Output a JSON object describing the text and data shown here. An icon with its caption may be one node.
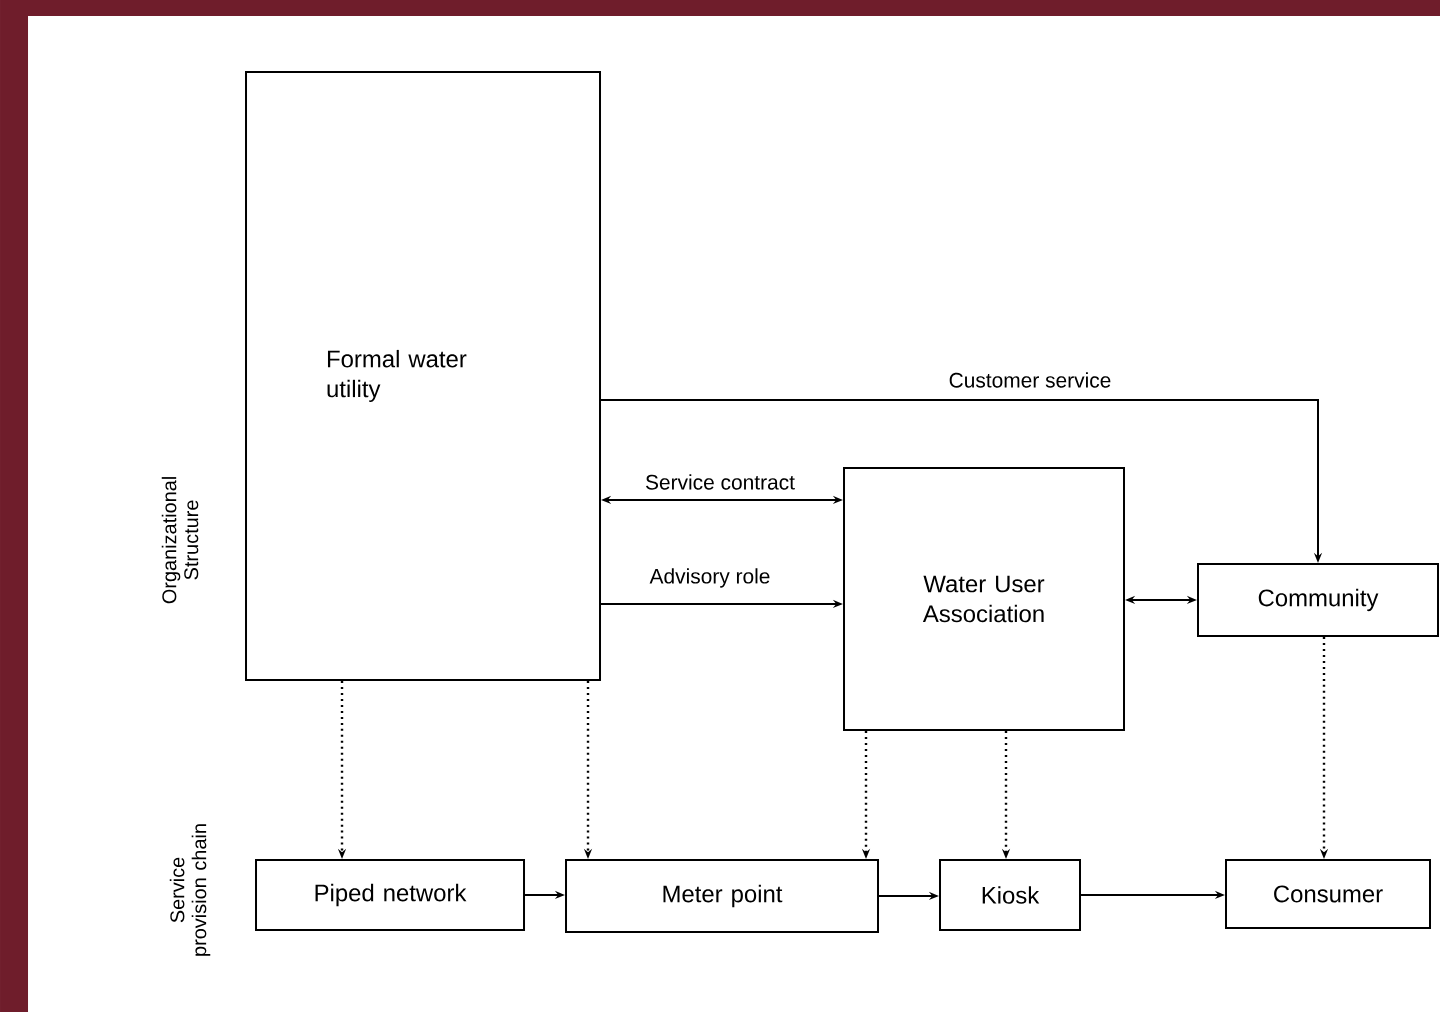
{
  "diagram": {
    "nodes": [
      {
        "text": [
          "Formal water utility"
        ]
      },
      {
        "text": [
          "Water User Association"
        ]
      },
      {
        "text": [
          "Community"
        ]
      },
      {
        "text": [
          "Piped network"
        ]
      },
      {
        "text": [
          "Meter point"
        ]
      },
      {
        "text": [
          "Kiosk"
        ]
      },
      {
        "text": [
          "Consumer"
        ]
      }
    ],
    "edges": [
      {
        "from": 0,
        "to": 2,
        "arrow": "to",
        "label": "Customer service"
      },
      {
        "from": 0,
        "to": 1,
        "arrow": "both",
        "label": "Service contract"
      },
      {
        "from": 0,
        "to": 1,
        "arrow": "to",
        "label": "Advisory role"
      },
      {
        "from": 1,
        "to": 2,
        "arrow": "both"
      },
      {
        "from": 0,
        "to": 3,
        "arrow": "to",
        "style": "dashed"
      },
      {
        "from": 0,
        "to": 4,
        "arrow": "to",
        "style": "dashed"
      },
      {
        "from": 1,
        "to": 4,
        "arrow": "to",
        "style": "dashed"
      },
      {
        "from": 1,
        "to": 5,
        "arrow": "to",
        "style": "dashed"
      },
      {
        "from": 2,
        "to": 6,
        "arrow": "to",
        "style": "dashed"
      },
      {
        "from": 3,
        "to": 4,
        "arrow": "to"
      },
      {
        "from": 4,
        "to": 5,
        "arrow": "to"
      },
      {
        "from": 5,
        "to": 6,
        "arrow": "to"
      }
    ],
    "labels": [
      "Organizational Structure",
      "Service provision chain"
    ]
  }
}
